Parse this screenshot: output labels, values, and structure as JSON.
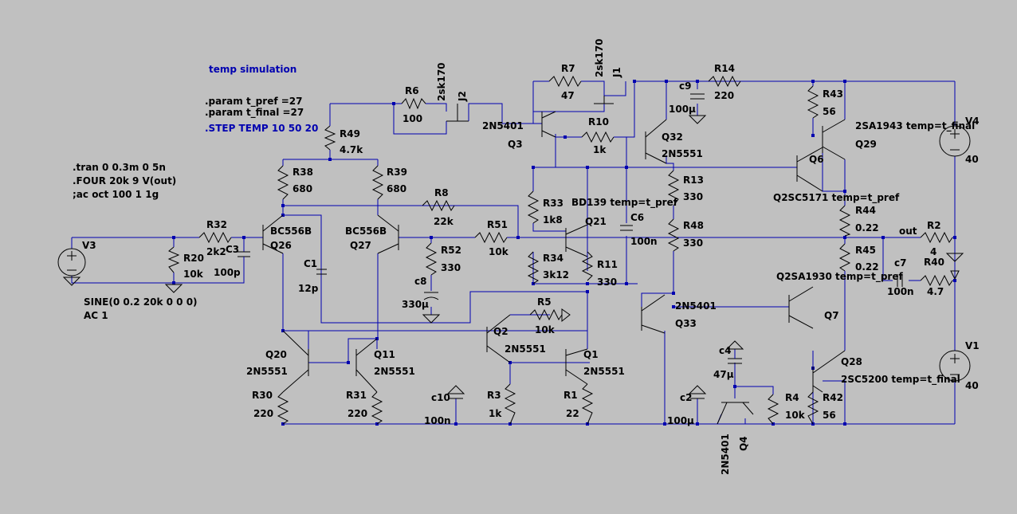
{
  "directives": {
    "temp_title": "temp simulation",
    "param1": ".param t_pref =27",
    "param2": ".param t_final =27",
    "step": ".STEP TEMP 10 50 20",
    "tran": ".tran 0 0.3m 0 5n",
    "four": ".FOUR 20k 9 V(out)",
    "ac": ";ac oct 100 1 1g"
  },
  "source_v3": {
    "name": "V3",
    "line1": "SINE(0 0.2 20k 0 0 0)",
    "line2": "AC 1"
  },
  "net_out": "out",
  "parts": [
    {
      "id": "R6",
      "label": "R6",
      "value": "100"
    },
    {
      "id": "J2",
      "label": "J2",
      "value": "2sk170"
    },
    {
      "id": "R7",
      "label": "R7",
      "value": "47"
    },
    {
      "id": "J1",
      "label": "J1",
      "value": "2sk170"
    },
    {
      "id": "C9",
      "label": "c9",
      "value": "100µ"
    },
    {
      "id": "R14",
      "label": "R14",
      "value": "220"
    },
    {
      "id": "R43",
      "label": "R43",
      "value": "56"
    },
    {
      "id": "Q29",
      "label": "Q29",
      "value": "2SA1943 temp=t_final"
    },
    {
      "id": "V4",
      "label": "V4",
      "value": "40"
    },
    {
      "id": "R49",
      "label": "R49",
      "value": "4.7k"
    },
    {
      "id": "Q3",
      "label": "Q3",
      "value": "2N5401"
    },
    {
      "id": "R10",
      "label": "R10",
      "value": "1k"
    },
    {
      "id": "Q32",
      "label": "Q32",
      "value": "2N5551"
    },
    {
      "id": "R13",
      "label": "R13",
      "value": "330"
    },
    {
      "id": "Q6",
      "label": "Q6",
      "value": "Q2SC5171 temp=t_pref"
    },
    {
      "id": "R38",
      "label": "R38",
      "value": "680"
    },
    {
      "id": "R39",
      "label": "R39",
      "value": "680"
    },
    {
      "id": "R8",
      "label": "R8",
      "value": "22k"
    },
    {
      "id": "R33",
      "label": "R33",
      "value": "1k8"
    },
    {
      "id": "Q21",
      "label": "Q21",
      "value": "BD139 temp=t_pref"
    },
    {
      "id": "C6",
      "label": "C6",
      "value": "100n"
    },
    {
      "id": "R48",
      "label": "R48",
      "value": "330"
    },
    {
      "id": "R44",
      "label": "R44",
      "value": "0.22"
    },
    {
      "id": "R2",
      "label": "R2",
      "value": "4"
    },
    {
      "id": "R32",
      "label": "R32",
      "value": "2k2"
    },
    {
      "id": "C3",
      "label": "C3",
      "value": "100p"
    },
    {
      "id": "Q26",
      "label": "Q26",
      "value": "BC556B"
    },
    {
      "id": "Q27",
      "label": "Q27",
      "value": "BC556B"
    },
    {
      "id": "R51",
      "label": "R51",
      "value": "10k"
    },
    {
      "id": "R52",
      "label": "R52",
      "value": "330"
    },
    {
      "id": "R45",
      "label": "R45",
      "value": "0.22"
    },
    {
      "id": "C7",
      "label": "c7",
      "value": "100n"
    },
    {
      "id": "R40",
      "label": "R40",
      "value": "4.7"
    },
    {
      "id": "R20",
      "label": "R20",
      "value": "10k"
    },
    {
      "id": "C1",
      "label": "C1",
      "value": "12p"
    },
    {
      "id": "R34",
      "label": "R34",
      "value": "3k12"
    },
    {
      "id": "R11",
      "label": "R11",
      "value": "330"
    },
    {
      "id": "Q7",
      "label": "Q7",
      "value": "Q2SA1930 temp=t_pref"
    },
    {
      "id": "C8",
      "label": "c8",
      "value": "330µ"
    },
    {
      "id": "R5",
      "label": "R5",
      "value": "10k"
    },
    {
      "id": "Q33",
      "label": "Q33",
      "value": "2N5401"
    },
    {
      "id": "Q2",
      "label": "Q2",
      "value": "2N5551"
    },
    {
      "id": "C4",
      "label": "c4",
      "value": "47µ"
    },
    {
      "id": "V1",
      "label": "V1",
      "value": "40"
    },
    {
      "id": "Q20",
      "label": "Q20",
      "value": "2N5551"
    },
    {
      "id": "Q11",
      "label": "Q11",
      "value": "2N5551"
    },
    {
      "id": "Q1",
      "label": "Q1",
      "value": "2N5551"
    },
    {
      "id": "Q28",
      "label": "Q28",
      "value": "2SC5200 temp=t_final"
    },
    {
      "id": "R30",
      "label": "R30",
      "value": "220"
    },
    {
      "id": "R31",
      "label": "R31",
      "value": "220"
    },
    {
      "id": "C10",
      "label": "c10",
      "value": "100n"
    },
    {
      "id": "R3",
      "label": "R3",
      "value": "1k"
    },
    {
      "id": "R1",
      "label": "R1",
      "value": "22"
    },
    {
      "id": "C2",
      "label": "c2",
      "value": "100µ"
    },
    {
      "id": "R4",
      "label": "R4",
      "value": "10k"
    },
    {
      "id": "R42",
      "label": "R42",
      "value": "56"
    },
    {
      "id": "Q4",
      "label": "Q4",
      "value": "2N5401"
    }
  ]
}
